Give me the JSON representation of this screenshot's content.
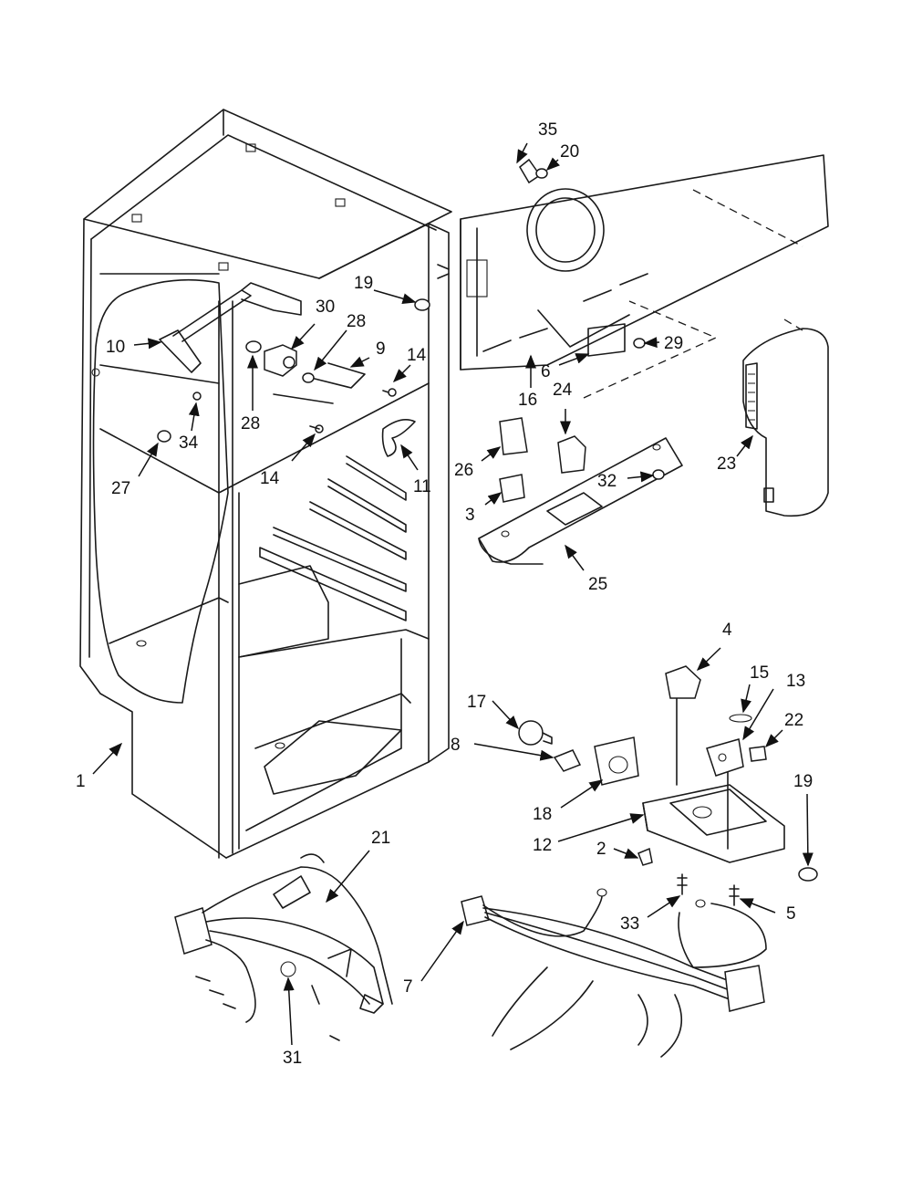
{
  "callouts": [
    "35",
    "20",
    "19",
    "30",
    "28",
    "9",
    "14",
    "29",
    "10",
    "6",
    "16",
    "24",
    "34",
    "28",
    "27",
    "14",
    "11",
    "26",
    "32",
    "23",
    "3",
    "25",
    "4",
    "15",
    "13",
    "17",
    "22",
    "8",
    "19",
    "1",
    "18",
    "12",
    "21",
    "2",
    "33",
    "5",
    "7",
    "31"
  ],
  "colors": {
    "line": "#1a1a1a",
    "background": "#ffffff"
  }
}
